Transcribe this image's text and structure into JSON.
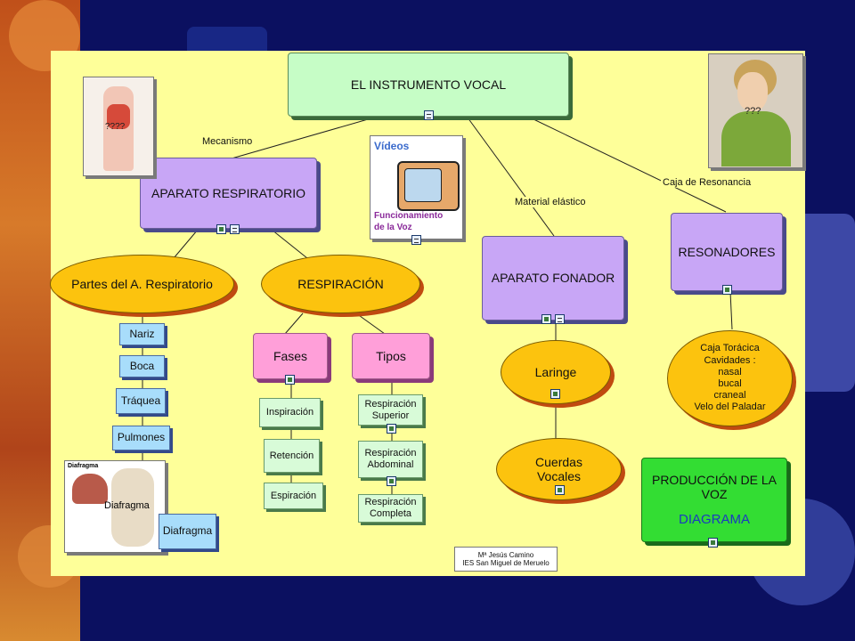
{
  "title": "EL INSTRUMENTO VOCAL",
  "links": {
    "mecanismo": "Mecanismo",
    "material": "Material elástico",
    "caja": "Caja de Resonancia"
  },
  "nodes": {
    "respiratorio": "APARATO RESPIRATORIO",
    "partes": "Partes del A. Respiratorio",
    "respiracion": "RESPIRACIÓN",
    "fases": "Fases",
    "tipos": "Tipos",
    "fonador": "APARATO FONADOR",
    "resonadores": "RESONADORES",
    "laringe": "Laringe",
    "cuerdas_1": "Cuerdas",
    "cuerdas_2": "Vocales",
    "produccion_1": "PRODUCCIÓN DE LA",
    "produccion_2": "VOZ",
    "diagrama_link": "DIAGRAMA"
  },
  "partes_list": [
    "Nariz",
    "Boca",
    "Tráquea",
    "Pulmones",
    "Diafragma"
  ],
  "fases_list": [
    "Inspiración",
    "Retención",
    "Espiración"
  ],
  "tipos_list": [
    {
      "l1": "Respiración",
      "l2": "Superior"
    },
    {
      "l1": "Respiración",
      "l2": "Abdominal"
    },
    {
      "l1": "Respiración",
      "l2": "Completa"
    }
  ],
  "resonadores_list": [
    "Caja Torácica",
    "Cavidades :",
    "nasal",
    "bucal",
    "craneal",
    "Velo del Paladar"
  ],
  "video": {
    "label": "Vídeos",
    "caption_1": "Funcionamiento",
    "caption_2": "de la Voz"
  },
  "lungs_img": {
    "question": "????"
  },
  "diafragma_img": {
    "header": "Diafragma",
    "label": "Diafragma"
  },
  "singer_img": {
    "question": "???"
  },
  "credits": {
    "line1": "Mª Jesús Camino",
    "line2": "IES San Miguel de Meruelo"
  },
  "colors": {
    "panel": "#feff99",
    "purple": "#c8a6f6",
    "orange": "#fcc30e",
    "pink": "#ff9fd9",
    "green": "#33dd33"
  }
}
